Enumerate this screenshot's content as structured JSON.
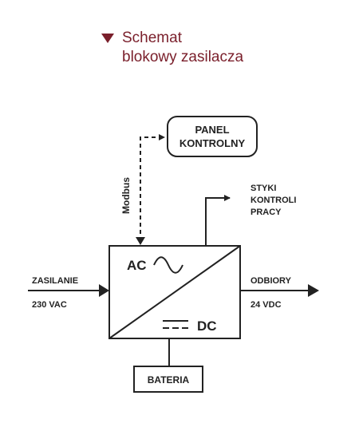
{
  "header": {
    "title_line1": "Schemat",
    "title_line2": "blokowy zasilacza"
  },
  "diagram": {
    "panel_line1": "PANEL",
    "panel_line2": "KONTROLNY",
    "modbus": "Modbus",
    "styki_line1": "STYKI",
    "styki_line2": "KONTROLI",
    "styki_line3": "PRACY",
    "ac": "AC",
    "dc": "DC",
    "input_label": "ZASILANIE",
    "input_value": "230 VAC",
    "output_label": "ODBIORY",
    "output_value": "24 VDC",
    "battery": "BATERIA"
  },
  "colors": {
    "accent": "#7a1f2b",
    "line": "#222222"
  }
}
